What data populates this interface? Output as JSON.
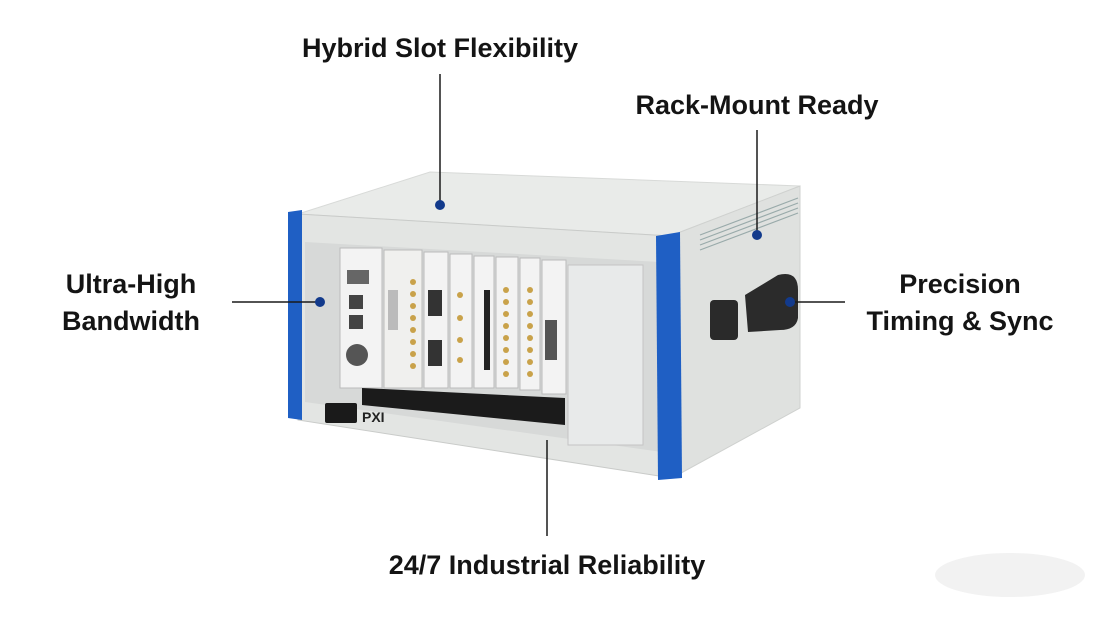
{
  "callouts": {
    "top": "Hybrid Slot Flexibility",
    "top_right": "Rack-Mount Ready",
    "left_line1": "Ultra-High",
    "left_line2": "Bandwidth",
    "right_line1": "Precision",
    "right_line2": "Timing & Sync",
    "bottom": "24/7 Industrial Reliability"
  },
  "device": {
    "front_panel_logo": "PXI"
  },
  "colors": {
    "accent_blue": "#1f5fc4",
    "callout_dot": "#123a8c",
    "chassis": "#e6e8e6",
    "text": "#141414"
  }
}
